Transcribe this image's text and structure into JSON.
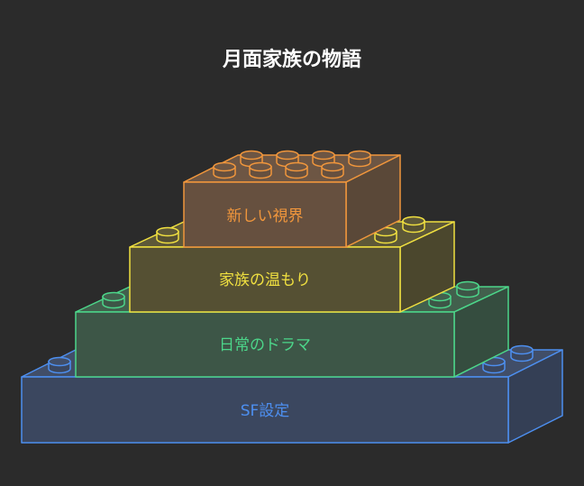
{
  "title": "月面家族の物語",
  "layers": [
    {
      "label": "新しい視界",
      "stroke": "#f0963c",
      "front": "#66503f",
      "side": "#5a4838",
      "top": "#6d5644"
    },
    {
      "label": "家族の温もり",
      "stroke": "#f0e040",
      "front": "#555033",
      "side": "#4b472d",
      "top": "#5d5838"
    },
    {
      "label": "日常のドラマ",
      "stroke": "#4cd68a",
      "front": "#3d5647",
      "side": "#354d3f",
      "top": "#42604d"
    },
    {
      "label": "SF設定",
      "stroke": "#4d8ff0",
      "front": "#3b475f",
      "side": "#343f55",
      "top": "#414e68"
    }
  ]
}
